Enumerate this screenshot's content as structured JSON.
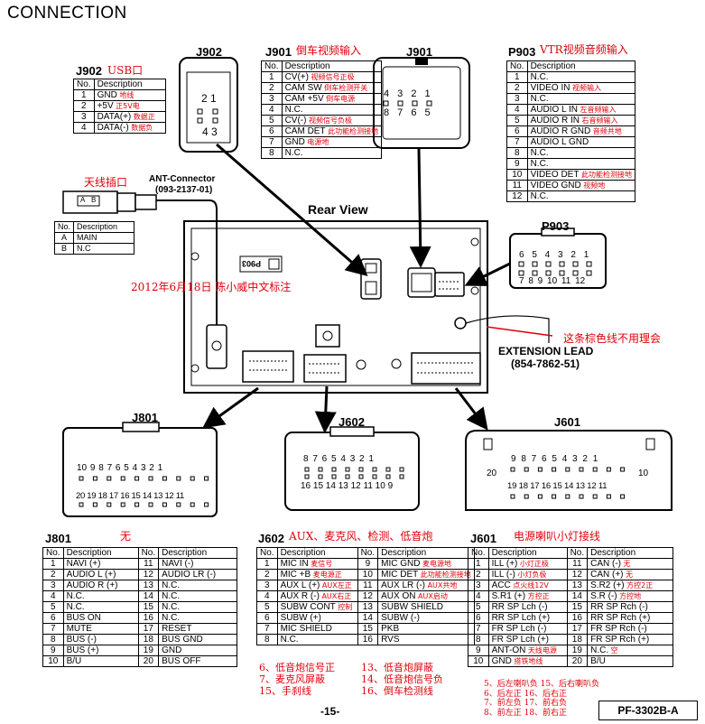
{
  "title": "CONNECTION",
  "j902": {
    "label": "J902",
    "cn": "USB口",
    "head": [
      "No.",
      "Description"
    ],
    "rows": [
      {
        "no": "1",
        "desc": "GND",
        "note": "地线"
      },
      {
        "no": "2",
        "desc": "+5V",
        "note": "正5V电"
      },
      {
        "no": "3",
        "desc": "DATA(+)",
        "note": "数据正"
      },
      {
        "no": "4",
        "desc": "DATA(-)",
        "note": "数据负"
      }
    ],
    "pins_top": "2 1",
    "pins_bottom": "4 3"
  },
  "j901": {
    "label": "J901",
    "cn": "倒车视频输入",
    "head": [
      "No.",
      "Description"
    ],
    "rows": [
      {
        "no": "1",
        "desc": "CV(+)",
        "note": "视频信号正极"
      },
      {
        "no": "2",
        "desc": "CAM SW",
        "note": "倒车检测开关"
      },
      {
        "no": "3",
        "desc": "CAM +5V",
        "note": "倒车电源"
      },
      {
        "no": "4",
        "desc": "N.C.",
        "note": ""
      },
      {
        "no": "5",
        "desc": "CV(-)",
        "note": "视频信号负极"
      },
      {
        "no": "6",
        "desc": "CAM DET",
        "note": "此功能检测接地"
      },
      {
        "no": "7",
        "desc": "GND",
        "note": "电源地"
      },
      {
        "no": "8",
        "desc": "N.C.",
        "note": ""
      }
    ],
    "pins_top": "4 3 2 1",
    "pins_bottom": "8 7 6 5"
  },
  "p903": {
    "label": "P903",
    "cn": "VTR视频音频输入",
    "head": [
      "No.",
      "Description"
    ],
    "rows": [
      {
        "no": "1",
        "desc": "N.C.",
        "note": ""
      },
      {
        "no": "2",
        "desc": "VIDEO IN",
        "note": "视频输入"
      },
      {
        "no": "3",
        "desc": "N.C.",
        "note": ""
      },
      {
        "no": "4",
        "desc": "AUDIO L IN",
        "note": "左音频输入"
      },
      {
        "no": "5",
        "desc": "AUDIO R IN",
        "note": "右音频输入"
      },
      {
        "no": "6",
        "desc": "AUDIO R GND",
        "note": "音频共地"
      },
      {
        "no": "7",
        "desc": "AUDIO L GND",
        "note": ""
      },
      {
        "no": "8",
        "desc": "N.C.",
        "note": ""
      },
      {
        "no": "9",
        "desc": "N.C.",
        "note": ""
      },
      {
        "no": "10",
        "desc": "VIDEO DET",
        "note": "此功能检测接地"
      },
      {
        "no": "11",
        "desc": "VIDEO GND",
        "note": "视频地"
      },
      {
        "no": "12",
        "desc": "N.C.",
        "note": ""
      }
    ],
    "pins_top": "6 5 4 3 2 1",
    "pins_bottom": "7 8 9 10 11 12"
  },
  "ant": {
    "cn": "天线插口",
    "label": "ANT-Connector",
    "part": "(093-2137-01)",
    "head": [
      "No.",
      "Description"
    ],
    "rows": [
      {
        "no": "A",
        "desc": "MAIN"
      },
      {
        "no": "B",
        "desc": "N.C"
      }
    ],
    "plug_a": "A",
    "plug_b": "B"
  },
  "rear_view": "Rear View",
  "date_note": "2012年6月18日  陈小威中文标注",
  "brown_note": "这条棕色线不用理会",
  "ext": {
    "label": "EXTENSION LEAD",
    "part": "(854-7862-51)"
  },
  "unit_badge": "P903",
  "j801": {
    "label": "J801",
    "cn": "无",
    "head": [
      "No.",
      "Description",
      "No.",
      "Description"
    ],
    "rows": [
      [
        "1",
        "NAVI (+)",
        "11",
        "NAVI (-)"
      ],
      [
        "2",
        "AUDIO L (+)",
        "12",
        "AUDIO LR (-)"
      ],
      [
        "3",
        "AUDIO R (+)",
        "13",
        "N.C."
      ],
      [
        "4",
        "N.C.",
        "14",
        "N.C."
      ],
      [
        "5",
        "N.C.",
        "15",
        "N.C."
      ],
      [
        "6",
        "BUS ON",
        "16",
        "N.C."
      ],
      [
        "7",
        "MUTE",
        "17",
        "RESET"
      ],
      [
        "8",
        "BUS (-)",
        "18",
        "BUS GND"
      ],
      [
        "9",
        "BUS (+)",
        "19",
        "GND"
      ],
      [
        "10",
        "B/U",
        "20",
        "BUS OFF"
      ]
    ],
    "pins_top": "10 9 8 7 6 5 4 3 2 1",
    "pins_bottom": "20 19 18 17 16 15 14 13 12 11"
  },
  "j602": {
    "label": "J602",
    "cn": "AUX、麦克风、检测、低音炮",
    "head": [
      "No.",
      "Description",
      "No.",
      "Description"
    ],
    "rows": [
      [
        "1",
        "MIC IN",
        "麦信号",
        "9",
        "MIC GND",
        "麦电源地"
      ],
      [
        "2",
        "MIC +B",
        "麦电源正",
        "10",
        "MIC DET",
        "此功能检测接地"
      ],
      [
        "3",
        "AUX L (+)",
        "AUX左正",
        "11",
        "AUX LR (-)",
        "AUX共地"
      ],
      [
        "4",
        "AUX R (-)",
        "AUX右正",
        "12",
        "AUX ON",
        "AUX启动"
      ],
      [
        "5",
        "SUBW CONT",
        "控制",
        "13",
        "SUBW SHIELD",
        ""
      ],
      [
        "6",
        "SUBW (+)",
        "",
        "14",
        "SUBW (-)",
        ""
      ],
      [
        "7",
        "MIC SHIELD",
        "",
        "15",
        "PKB",
        ""
      ],
      [
        "8",
        "N.C.",
        "",
        "16",
        "RVS",
        ""
      ]
    ],
    "pins_top": "8 7 6 5 4 3 2 1",
    "pins_bottom": "16 15 14 13 12 11 10 9",
    "notes_left": [
      "6、低音炮信号正",
      "7、麦克风屏蔽",
      "15、手刹线"
    ],
    "notes_right": [
      "13、低音炮屏蔽",
      "14、低音炮信号负",
      "16、倒车检测线"
    ]
  },
  "j601": {
    "label": "J601",
    "cn": "电源喇叭小灯接线",
    "head": [
      "No.",
      "Description",
      "No.",
      "Description"
    ],
    "rows": [
      [
        "1",
        "ILL (+)",
        "小灯正极",
        "11",
        "CAN (-)",
        "无"
      ],
      [
        "2",
        "ILL (-)",
        "小灯负极",
        "12",
        "CAN (+)",
        "无"
      ],
      [
        "3",
        "ACC",
        "点火线12V",
        "13",
        "S.R2 (+)",
        "方控2正"
      ],
      [
        "4",
        "S.R1 (+)",
        "方控正",
        "14",
        "S.R (-)",
        "方控地"
      ],
      [
        "5",
        "RR SP Lch (-)",
        "",
        "15",
        "RR SP Rch (-)",
        ""
      ],
      [
        "6",
        "RR SP Lch (+)",
        "",
        "16",
        "RR SP Rch (+)",
        ""
      ],
      [
        "7",
        "FR SP Lch (-)",
        "",
        "17",
        "FR SP Rch (-)",
        ""
      ],
      [
        "8",
        "FR SP Lch (+)",
        "",
        "18",
        "FR SP Rch (+)",
        ""
      ],
      [
        "9",
        "ANT-ON",
        "天线电源",
        "19",
        "N.C.",
        "空"
      ],
      [
        "10",
        "GND",
        "搭铁地线",
        "20",
        "B/U",
        ""
      ]
    ],
    "pin20": "20",
    "pin10": "10",
    "pins_top": "9 8 7 6 5 4 3 2 1",
    "pins_bottom": "19 18 17 16 15 14 13 12 11",
    "notes": [
      "5、后左喇叭负  15、后右喇叭负",
      "6、后左正  16、后右正",
      "7、前左负  17、前右负",
      "8、前左正  18、前右正"
    ]
  },
  "page": "-15-",
  "doc_code": "PF-3302B-A"
}
